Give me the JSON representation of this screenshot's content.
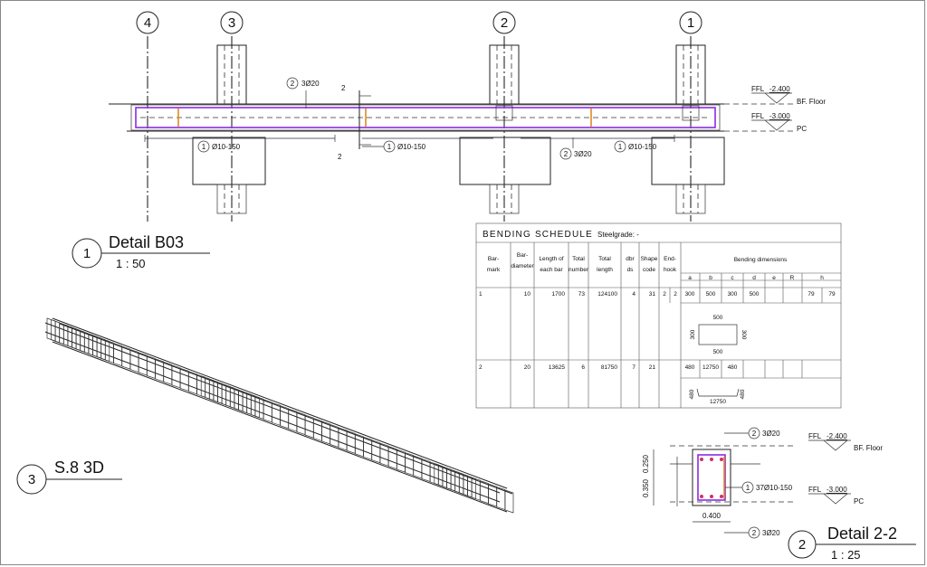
{
  "grid_axes": [
    "4",
    "3",
    "2",
    "1"
  ],
  "elevation": {
    "top_bar_tag": "2",
    "top_bar_label": "3Ø20",
    "bottom_bar_tag": "2",
    "bottom_bar_label": "3Ø20",
    "section_mark": "2",
    "stirrup_tag": "1",
    "stirrup_labels": [
      "Ø10-150",
      "Ø10-150",
      "Ø10-150"
    ],
    "levels": [
      {
        "ffl_prefix": "FFL",
        "value": "-2.400",
        "name": "BF. Floor"
      },
      {
        "ffl_prefix": "FFL",
        "value": "-3.000",
        "name": "PC"
      }
    ]
  },
  "views": {
    "detail_b03": {
      "number": "1",
      "title": "Detail B03",
      "scale": "1 : 50"
    },
    "view_3d": {
      "number": "3",
      "title": "S.8 3D"
    },
    "detail_22": {
      "number": "2",
      "title": "Detail 2-2",
      "scale": "1 : 25"
    }
  },
  "schedule": {
    "title": "BENDING SCHEDULE",
    "steelgrade": "Steelgrade: -",
    "headers": {
      "bar_mark": [
        "Bar-",
        "mark"
      ],
      "bar_diameter": [
        "Bar-",
        "diameter"
      ],
      "length_each": [
        "Length of",
        "each bar"
      ],
      "total_number": [
        "Total",
        "number"
      ],
      "total_length": [
        "Total",
        "length"
      ],
      "dbr": [
        "dbr",
        "ds"
      ],
      "shape_code": [
        "Shape",
        "code"
      ],
      "end_hook": [
        "End-",
        "hook"
      ],
      "bending_dimensions": "Bending dimensions",
      "dims": [
        "a",
        "b",
        "c",
        "d",
        "e",
        "R",
        "h"
      ]
    },
    "rows": [
      {
        "mark": "1",
        "diameter": "10",
        "length": "1700",
        "number": "73",
        "total": "124100",
        "dbr": "4",
        "shape": "31",
        "hook1": "2",
        "hook2": "2",
        "a": "300",
        "b": "500",
        "c": "300",
        "d": "500",
        "h1": "79",
        "h2": "79",
        "sketch": {
          "top": "500",
          "bottom": "500",
          "left": "300",
          "right": "300"
        }
      },
      {
        "mark": "2",
        "diameter": "20",
        "length": "13625",
        "number": "6",
        "total": "81750",
        "dbr": "7",
        "shape": "21",
        "a": "480",
        "b": "12750",
        "c": "480",
        "sketch": {
          "left": "480",
          "mid": "12750",
          "right": "480"
        }
      }
    ]
  },
  "section": {
    "top_bar_tag": "2",
    "top_bar_label": "3Ø20",
    "bottom_bar_tag": "2",
    "bottom_bar_label": "3Ø20",
    "stirrup_tag": "1",
    "stirrup_label": "37Ø10-150",
    "dim_top": "0.250",
    "dim_bottom": "0.350",
    "dim_width": "0.400",
    "levels": [
      {
        "ffl_prefix": "FFL",
        "value": "-2.400",
        "name": "BF. Floor"
      },
      {
        "ffl_prefix": "FFL",
        "value": "-3.000",
        "name": "PC"
      }
    ]
  }
}
